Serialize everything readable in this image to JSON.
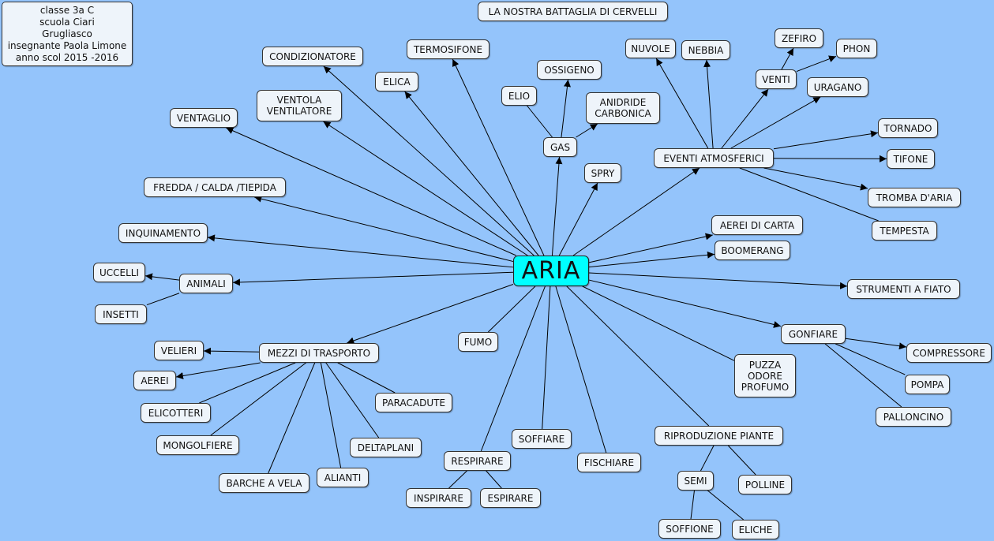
{
  "info": "classe 3a C\nscuola Ciari\nGrugliasco\ninsegnante Paola Limone\nanno scol 2015 -2016",
  "title": "LA NOSTRA BATTAGLIA DI CERVELLI",
  "center": "ARIA",
  "nodes": {
    "condizionatore": "CONDIZIONATORE",
    "termosifone": "TERMOSIFONE",
    "elica": "ELICA",
    "ventola": "VENTOLA\nVENTILATORE",
    "ventaglio": "VENTAGLIO",
    "fredda": "FREDDA / CALDA /TIEPIDA",
    "inquinamento": "INQUINAMENTO",
    "uccelli": "UCCELLI",
    "animali": "ANIMALI",
    "insetti": "INSETTI",
    "velieri": "VELIERI",
    "mezzi": "MEZZI DI TRASPORTO",
    "aerei": "AEREI",
    "elicotteri": "ELICOTTERI",
    "mongolfiere": "MONGOLFIERE",
    "barche": "BARCHE A VELA",
    "alianti": "ALIANTI",
    "deltaplani": "DELTAPLANI",
    "paracadute": "PARACADUTE",
    "fumo": "FUMO",
    "respirare": "RESPIRARE",
    "inspirare": "INSPIRARE",
    "espirare": "ESPIRARE",
    "soffiare": "SOFFIARE",
    "fischiare": "FISCHIARE",
    "riproduzione": "RIPRODUZIONE PIANTE",
    "semi": "SEMI",
    "polline": "POLLINE",
    "soffione": "SOFFIONE",
    "eliche": "ELICHE",
    "puzza": "PUZZA\nODORE\nPROFUMO",
    "gonfiare": "GONFIARE",
    "compressore": "COMPRESSORE",
    "pompa": "POMPA",
    "palloncino": "PALLONCINO",
    "strumenti": "STRUMENTI A FIATO",
    "boomerang": "BOOMERANG",
    "aereiCarta": "AEREI DI CARTA",
    "tempesta": "TEMPESTA",
    "tromba": "TROMBA D'ARIA",
    "tifone": "TIFONE",
    "tornado": "TORNADO",
    "eventi": "EVENTI ATMOSFERICI",
    "uragano": "URAGANO",
    "venti": "VENTI",
    "zefiro": "ZEFIRO",
    "phon": "PHON",
    "nuvole": "NUVOLE",
    "nebbia": "NEBBIA",
    "spry": "SPRY",
    "gas": "GAS",
    "elio": "ELIO",
    "ossigeno": "OSSIGENO",
    "anidride": "ANIDRIDE\nCARBONICA"
  }
}
